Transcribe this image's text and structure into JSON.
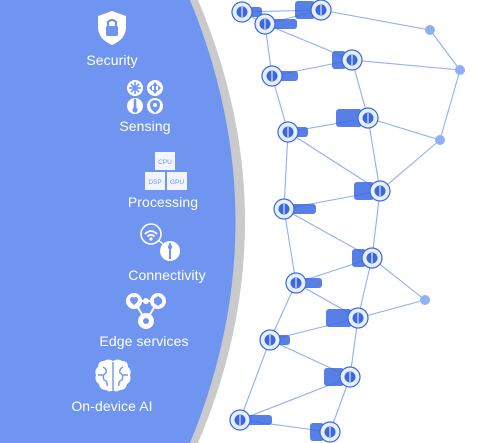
{
  "categories": [
    {
      "key": "security",
      "label": "Security",
      "icon": "shield-lock-icon"
    },
    {
      "key": "sensing",
      "label": "Sensing",
      "icon": "sensor-grid-icon"
    },
    {
      "key": "processing",
      "label": "Processing",
      "icon": "processor-blocks-icon"
    },
    {
      "key": "connectivity",
      "label": "Connectivity",
      "icon": "wireless-signal-icon"
    },
    {
      "key": "edge",
      "label": "Edge services",
      "icon": "edge-nodes-icon"
    },
    {
      "key": "ai",
      "label": "On-device AI",
      "icon": "brain-icon"
    }
  ],
  "chip_labels": {
    "cpu": "CPU",
    "dsp": "DSP",
    "gpu": "GPU"
  },
  "colors": {
    "panel": "#6f95f0",
    "panel_edge": "#c9cacb",
    "accent": "#3a68e0",
    "line": "#8fb0f3",
    "node_fill": "#e8efff"
  },
  "network_device_icons": [
    "folder-icon",
    "robot-arm-icon",
    "headset-icon",
    "smartwatch-icon",
    "tablet-icon",
    "camera-icon",
    "car-icon",
    "smartphone-icon",
    "factory-icon",
    "drone-icon",
    "robot-icon",
    "monitor-icon",
    "security-camera-icon",
    "vr-headset-icon",
    "speaker-icon"
  ]
}
